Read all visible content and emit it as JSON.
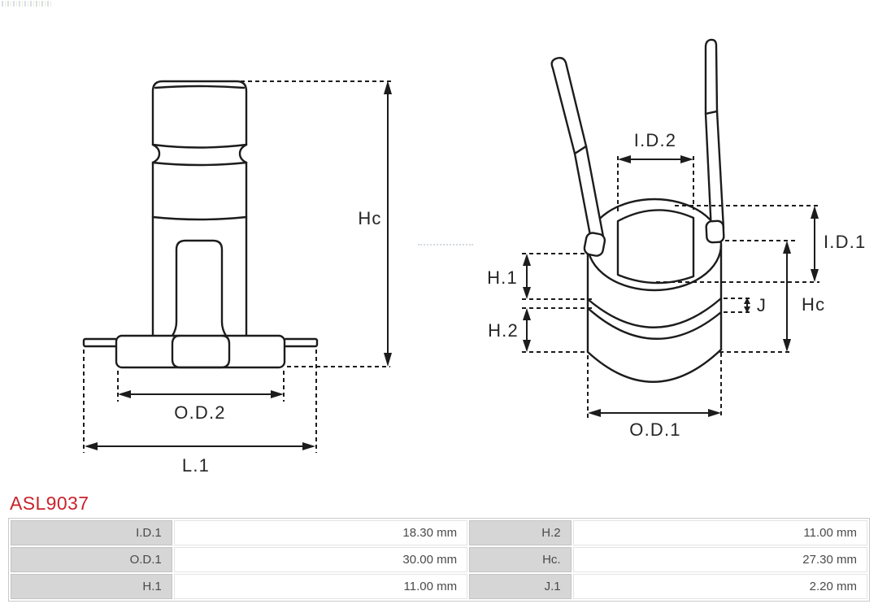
{
  "part_number": "ASL9037",
  "drawing": {
    "left_view": {
      "labels": {
        "hc": "Hc",
        "od2": "O.D.2",
        "l1": "L.1"
      }
    },
    "right_view": {
      "labels": {
        "id2": "I.D.2",
        "id1": "I.D.1",
        "hc": "Hc",
        "j": "J",
        "h1": "H.1",
        "h2": "H.2",
        "od1": "O.D.1"
      }
    }
  },
  "spec_table": {
    "rows": [
      {
        "label_left": "I.D.1",
        "value_left": "18.30 mm",
        "label_right": "H.2",
        "value_right": "11.00 mm"
      },
      {
        "label_left": "O.D.1",
        "value_left": "30.00 mm",
        "label_right": "Hc.",
        "value_right": "27.30 mm"
      },
      {
        "label_left": "H.1",
        "value_left": "11.00 mm",
        "label_right": "J.1",
        "value_right": "2.20 mm"
      }
    ]
  },
  "colors": {
    "accent-red": "#c9232b",
    "line": "#1c1c1c",
    "label-bg": "#d6d6d6",
    "table-border": "#c9c9c9",
    "table-text": "#4a4a4a"
  }
}
